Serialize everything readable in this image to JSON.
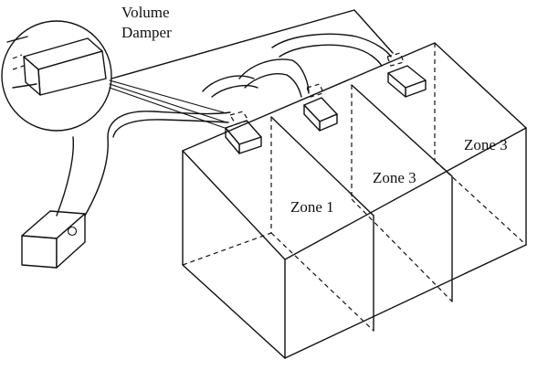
{
  "labels": {
    "damper_line1": "Volume",
    "damper_line2": "Damper",
    "zone_a": "Zone 1",
    "zone_b": "Zone 3",
    "zone_c": "Zone 3"
  },
  "colors": {
    "ink": "#111111",
    "background": "#ffffff"
  }
}
